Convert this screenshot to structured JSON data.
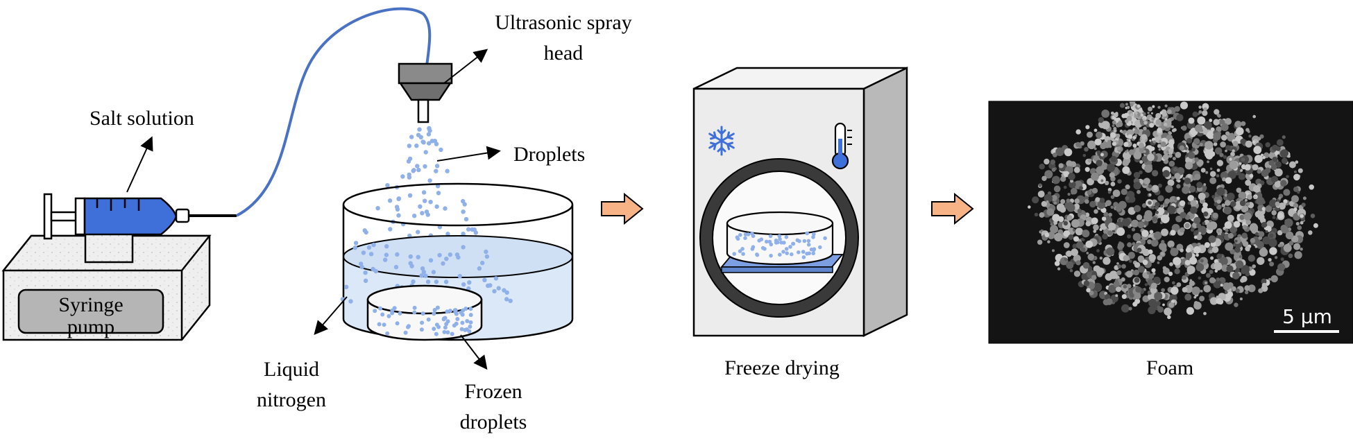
{
  "labels": {
    "salt_solution": "Salt solution",
    "syringe_pump_line1": "Syringe",
    "syringe_pump_line2": "pump",
    "spray_head_line1": "Ultrasonic spray",
    "spray_head_line2": "head",
    "droplets": "Droplets",
    "liquid_nitrogen_line1": "Liquid",
    "liquid_nitrogen_line2": "nitrogen",
    "frozen_droplets_line1": "Frozen",
    "frozen_droplets_line2": "droplets",
    "freeze_drying": "Freeze drying",
    "foam": "Foam",
    "scale_bar": "5 µm"
  },
  "icons": {
    "snowflake": "snowflake-icon",
    "thermometer": "thermometer-icon",
    "process_arrow": "right-arrow-icon"
  },
  "colors": {
    "syringe_fluid": "#3f6fd8",
    "tube": "#4a72c4",
    "droplet": "#8fb0e8",
    "nitrogen": "#dbe8f7",
    "process_arrow_fill": "#f7b386",
    "process_arrow_stroke": "#000000",
    "dryer_body": "#ececec",
    "dryer_tray": "#7b9fe0",
    "sem_background": "#141414"
  }
}
